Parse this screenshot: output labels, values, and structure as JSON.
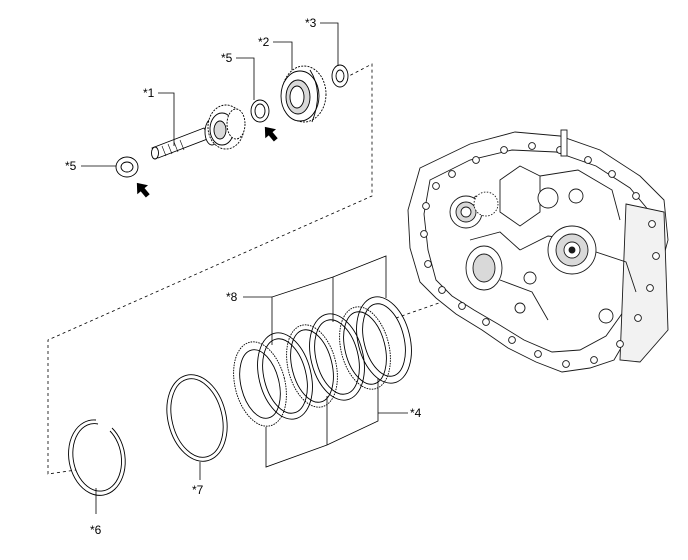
{
  "labels": {
    "c1": "*1",
    "c2": "*2",
    "c3": "*3",
    "c4": "*4",
    "c5_top": "*5",
    "c5_left": "*5",
    "c6": "*6",
    "c7": "*7",
    "c8": "*8"
  },
  "colors": {
    "line": "#000000",
    "part_fill": "#ffffff",
    "part_shade": "#d9d9d9",
    "housing_stroke": "#1a1a1a",
    "arrow": "#000000"
  }
}
